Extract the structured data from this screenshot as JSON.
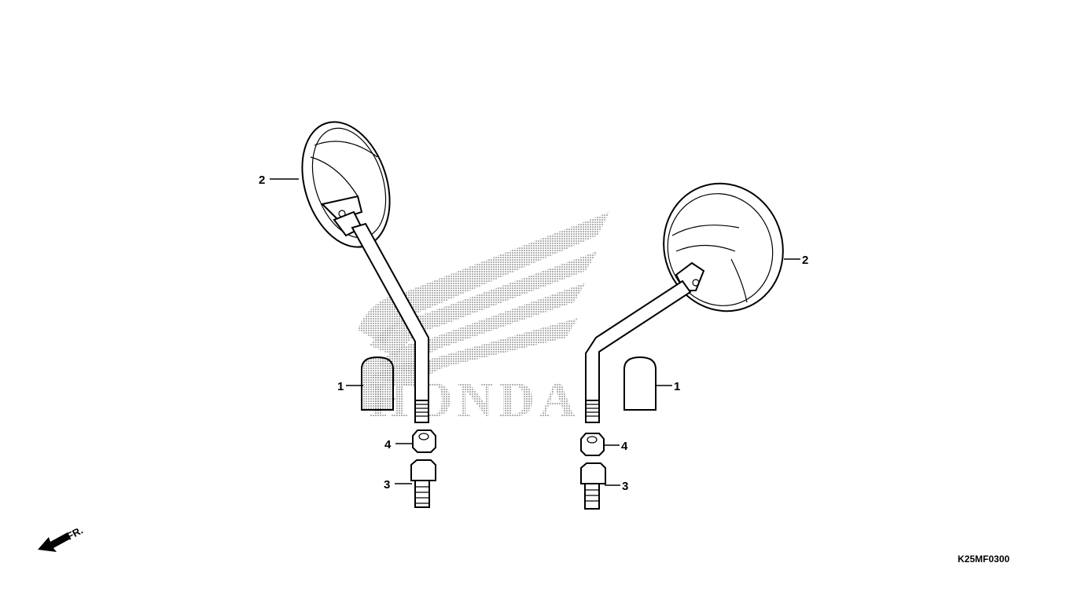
{
  "diagram_code": "K25MF0300",
  "direction_label": "FR.",
  "logo_text": "HONDA",
  "callouts": {
    "left_mirror": "2",
    "right_mirror": "2",
    "left_cover": "1",
    "right_cover": "1",
    "left_nut": "4",
    "right_nut": "4",
    "left_adapter": "3",
    "right_adapter": "3"
  },
  "icons": [
    "direction-arrow-icon"
  ]
}
